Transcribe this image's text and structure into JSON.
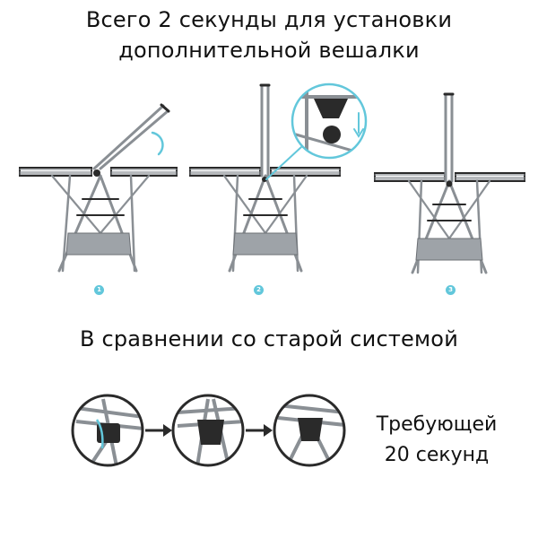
{
  "header": {
    "line1": "Всего 2 секунды для установки",
    "line2": "дополнительной вешалки"
  },
  "steps": [
    "1",
    "2",
    "3"
  ],
  "comparison": {
    "heading": "В сравнении со старой системой",
    "note_line1": "Требующей",
    "note_line2": "20 секунд"
  },
  "colors": {
    "accent": "#62c7db",
    "frame": "#8a8f94",
    "dark": "#2a2a2a",
    "shelf": "#9ea3a8"
  }
}
